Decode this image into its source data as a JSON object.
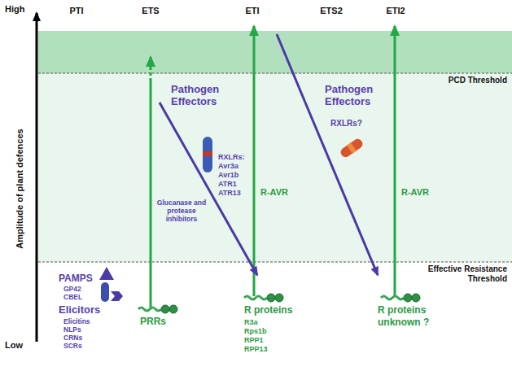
{
  "diagram": {
    "nodes": [
      {
        "text": [
          "PRRs"
        ]
      },
      {
        "text": [
          "Pathogen Effectors"
        ]
      },
      {
        "text": [
          "R proteins"
        ]
      },
      {
        "text": [
          "Pathogen Effectors"
        ]
      },
      {
        "text": [
          "R proteins unknown ?"
        ]
      }
    ],
    "edges": [
      {
        "from": 1,
        "to": 2,
        "arrow": "to"
      },
      {
        "from": 3,
        "to": 4,
        "arrow": "to"
      }
    ],
    "labels": [
      "High",
      "Low",
      "Amplitude of plant defences",
      "PTI",
      "ETS",
      "ETI",
      "ETS2",
      "ETI2",
      "PCD Threshold",
      "Effective Resistance Threshold",
      "PAMPS",
      "GP42",
      "CBEL",
      "Elicitors",
      "Elicitins",
      "NLPs",
      "CRNs",
      "SCRs",
      "Glucanase and protease inhibitors",
      "RXLRs:",
      "Avr3a",
      "Avr1b",
      "ATR1",
      "ATR13",
      "R-AVR",
      "RXLRs?",
      "R-AVR",
      "R3a",
      "Rps1b",
      "RPP1",
      "RPP13"
    ]
  }
}
